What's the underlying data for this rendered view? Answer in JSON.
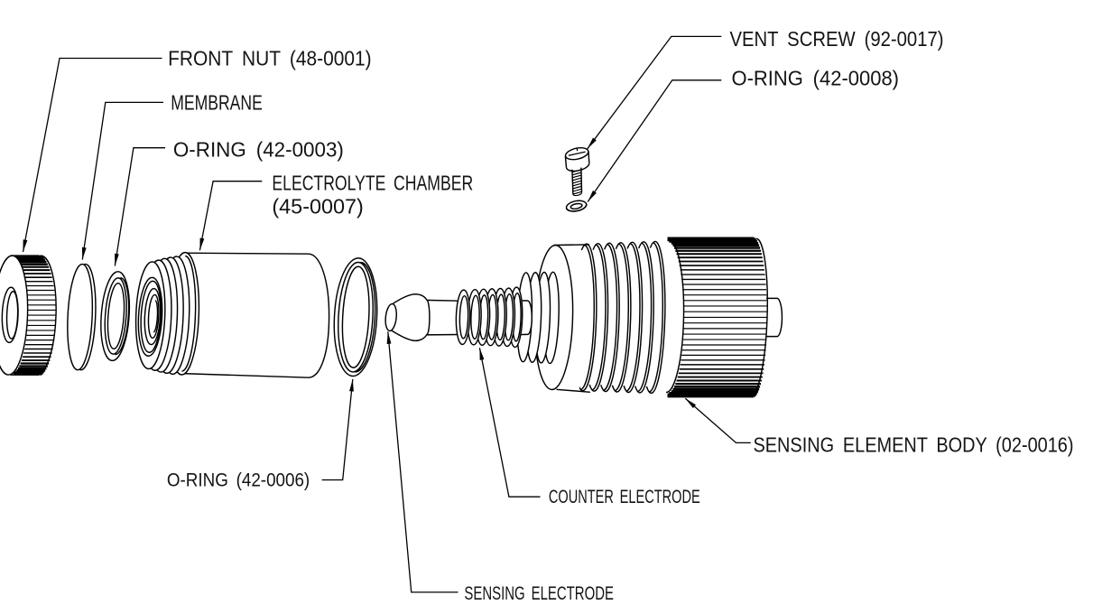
{
  "figure": {
    "type": "exploded-view technical diagram",
    "background_color": "#ffffff",
    "line_color": "#000000",
    "labels": {
      "front_nut": "FRONT NUT (48-0001)",
      "membrane": "MEMBRANE",
      "oring_42_0003": "O-RING (42-0003)",
      "electrolyte_chamber_line1": "ELECTROLYTE CHAMBER",
      "electrolyte_chamber_line2": "(45-0007)",
      "vent_screw": "VENT SCREW (92-0017)",
      "oring_42_0008": "O-RING (42-0008)",
      "oring_42_0006": "O-RING (42-0006)",
      "counter_electrode": "COUNTER ELECTRODE",
      "sensing_electrode": "SENSING ELECTRODE",
      "sensing_element_body": "SENSING ELEMENT BODY (02-0016)"
    }
  }
}
